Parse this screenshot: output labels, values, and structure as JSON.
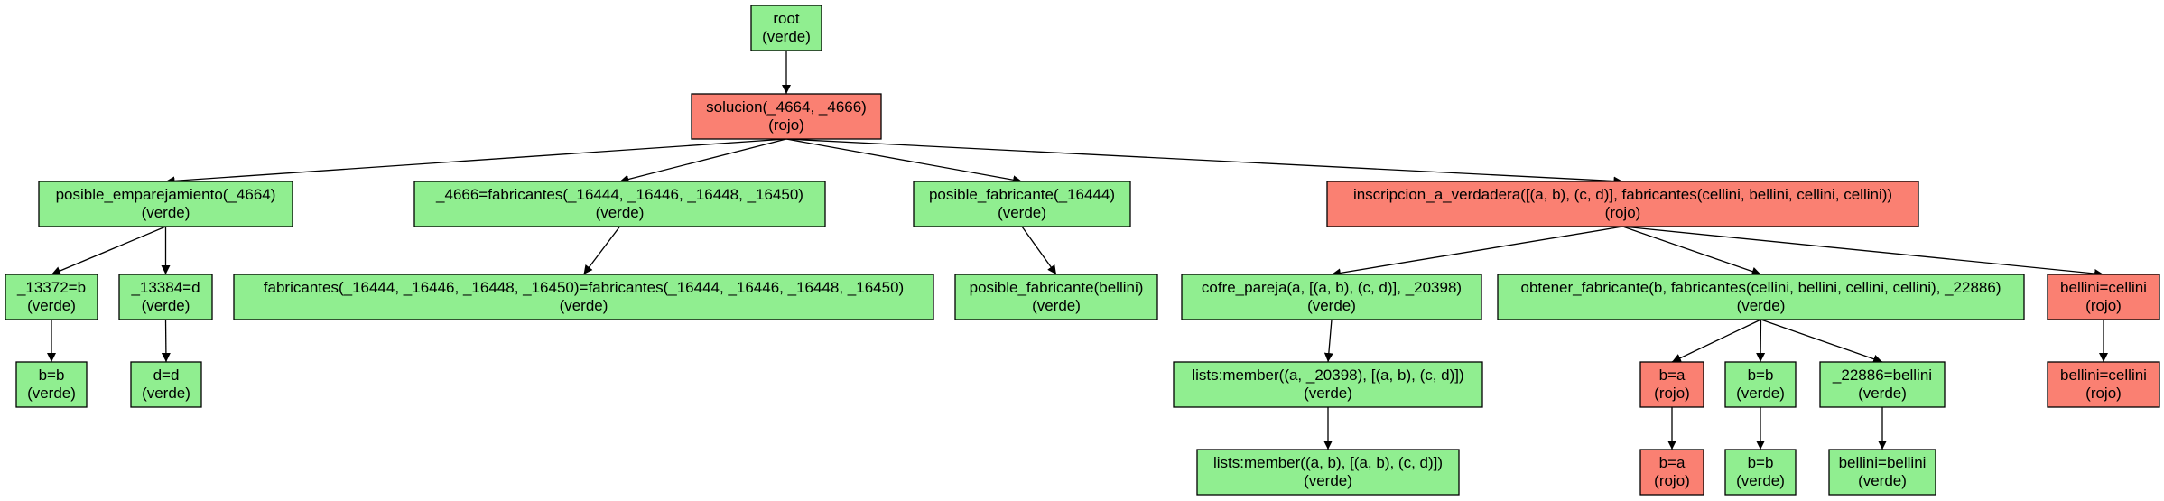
{
  "colors": {
    "verde": "#90ee90",
    "rojo": "#fa8072",
    "border": "#000000",
    "edge": "#000000"
  },
  "nodes": {
    "root": {
      "line1": "root",
      "line2": "(verde)",
      "status": "verde"
    },
    "solucion": {
      "line1": "solucion(_4664, _4666)",
      "line2": "(rojo)",
      "status": "rojo"
    },
    "posemp": {
      "line1": "posible_emparejamiento(_4664)",
      "line2": "(verde)",
      "status": "verde"
    },
    "eq4666": {
      "line1": "_4666=fabricantes(_16444, _16446, _16448, _16450)",
      "line2": "(verde)",
      "status": "verde"
    },
    "posfab": {
      "line1": "posible_fabricante(_16444)",
      "line2": "(verde)",
      "status": "verde"
    },
    "inscr": {
      "line1": "inscripcion_a_verdadera([(a, b), (c, d)], fabricantes(cellini, bellini, cellini, cellini))",
      "line2": "(rojo)",
      "status": "rojo"
    },
    "eq13372": {
      "line1": "_13372=b",
      "line2": "(verde)",
      "status": "verde"
    },
    "eq13384": {
      "line1": "_13384=d",
      "line2": "(verde)",
      "status": "verde"
    },
    "fabeq": {
      "line1": "fabricantes(_16444, _16446, _16448, _16450)=fabricantes(_16444, _16446, _16448, _16450)",
      "line2": "(verde)",
      "status": "verde"
    },
    "posfabb": {
      "line1": "posible_fabricante(bellini)",
      "line2": "(verde)",
      "status": "verde"
    },
    "cofre": {
      "line1": "cofre_pareja(a, [(a, b), (c, d)], _20398)",
      "line2": "(verde)",
      "status": "verde"
    },
    "obtener": {
      "line1": "obtener_fabricante(b, fabricantes(cellini, bellini, cellini, cellini), _22886)",
      "line2": "(verde)",
      "status": "verde"
    },
    "bellcel1": {
      "line1": "bellini=cellini",
      "line2": "(rojo)",
      "status": "rojo"
    },
    "bb1": {
      "line1": "b=b",
      "line2": "(verde)",
      "status": "verde"
    },
    "dd": {
      "line1": "d=d",
      "line2": "(verde)",
      "status": "verde"
    },
    "member1": {
      "line1": "lists:member((a, _20398), [(a, b), (c, d)])",
      "line2": "(verde)",
      "status": "verde"
    },
    "ba1": {
      "line1": "b=a",
      "line2": "(rojo)",
      "status": "rojo"
    },
    "bb2": {
      "line1": "b=b",
      "line2": "(verde)",
      "status": "verde"
    },
    "eq22886": {
      "line1": "_22886=bellini",
      "line2": "(verde)",
      "status": "verde"
    },
    "bellcel2": {
      "line1": "bellini=cellini",
      "line2": "(rojo)",
      "status": "rojo"
    },
    "member2": {
      "line1": "lists:member((a, b), [(a, b), (c, d)])",
      "line2": "(verde)",
      "status": "verde"
    },
    "ba2": {
      "line1": "b=a",
      "line2": "(rojo)",
      "status": "rojo"
    },
    "bb3": {
      "line1": "b=b",
      "line2": "(verde)",
      "status": "verde"
    },
    "bellbell": {
      "line1": "bellini=bellini",
      "line2": "(verde)",
      "status": "verde"
    }
  },
  "edges": [
    [
      "root",
      "solucion"
    ],
    [
      "solucion",
      "posemp"
    ],
    [
      "solucion",
      "eq4666"
    ],
    [
      "solucion",
      "posfab"
    ],
    [
      "solucion",
      "inscr"
    ],
    [
      "posemp",
      "eq13372"
    ],
    [
      "posemp",
      "eq13384"
    ],
    [
      "eq4666",
      "fabeq"
    ],
    [
      "posfab",
      "posfabb"
    ],
    [
      "inscr",
      "cofre"
    ],
    [
      "inscr",
      "obtener"
    ],
    [
      "inscr",
      "bellcel1"
    ],
    [
      "eq13372",
      "bb1"
    ],
    [
      "eq13384",
      "dd"
    ],
    [
      "cofre",
      "member1"
    ],
    [
      "obtener",
      "ba1"
    ],
    [
      "obtener",
      "bb2"
    ],
    [
      "obtener",
      "eq22886"
    ],
    [
      "bellcel1",
      "bellcel2"
    ],
    [
      "member1",
      "member2"
    ],
    [
      "ba1",
      "ba2"
    ],
    [
      "bb2",
      "bb3"
    ],
    [
      "eq22886",
      "bellbell"
    ]
  ]
}
